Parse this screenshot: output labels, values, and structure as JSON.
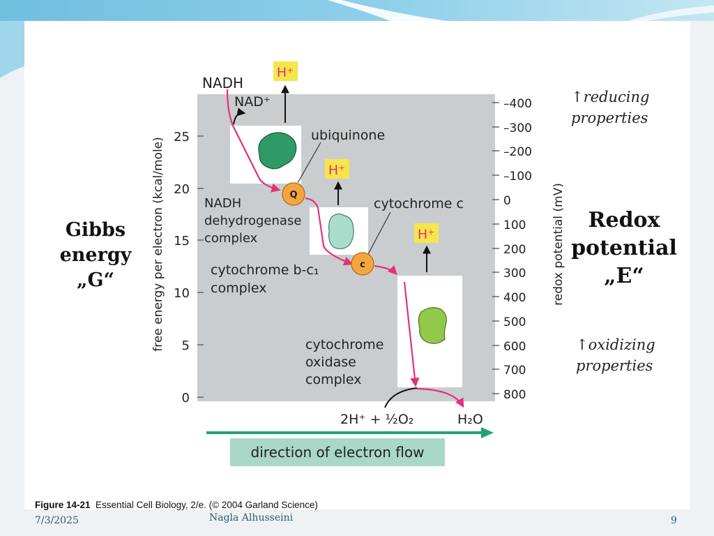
{
  "figure": {
    "labels": {
      "nadh": "NADH",
      "nad_plus": "NAD⁺",
      "h_plus": "H⁺",
      "ubiquinone": "ubiquinone",
      "q": "Q",
      "c": "c",
      "nadh_dehydrogenase": [
        "NADH",
        "dehydrogenase",
        "complex"
      ],
      "cytochrome_c": "cytochrome c",
      "cytochrome_bc1": [
        "cytochrome b-c₁",
        "complex"
      ],
      "cytochrome_oxidase": [
        "cytochrome",
        "oxidase",
        "complex"
      ],
      "reactants": "2H⁺ + ½O₂",
      "product": "H₂O",
      "flow": "direction of electron flow"
    },
    "left_axis": {
      "title": "free energy per electron (kcal/mole)",
      "ticks": [
        "25",
        "20",
        "15",
        "10",
        "5",
        "0"
      ]
    },
    "right_axis": {
      "title": "redox potential (mV)",
      "ticks": [
        "–400",
        "–300",
        "–200",
        "–100",
        "0",
        "100",
        "200",
        "300",
        "400",
        "500",
        "600",
        "700",
        "800"
      ]
    },
    "caption_bold": "Figure 14-21",
    "caption_rest": "Essential Cell Biology, 2/e. (© 2004 Garland Science)"
  },
  "slide": {
    "gibbs": [
      "Gibbs",
      "energy",
      "„G“"
    ],
    "redox": [
      "Redox",
      "potential",
      "„E“"
    ],
    "reducing": [
      "↑reducing",
      "properties"
    ],
    "oxidizing": [
      "↑oxidizing",
      "properties"
    ],
    "date": "7/3/2025",
    "author": "Nagla Alhusseini",
    "page": "9"
  },
  "colors": {
    "gray_panel": "#c9cdcf",
    "h_box": "#f5e64a",
    "arrow_pink": "#e5307a",
    "flow_green": "#23a27a",
    "flow_box": "#a9d7c8",
    "nadh_complex": "#2f9a66",
    "bc1_complex": "#a9dccb",
    "oxidase_complex": "#93c94a",
    "carrier_orange": "#f4a63e"
  }
}
